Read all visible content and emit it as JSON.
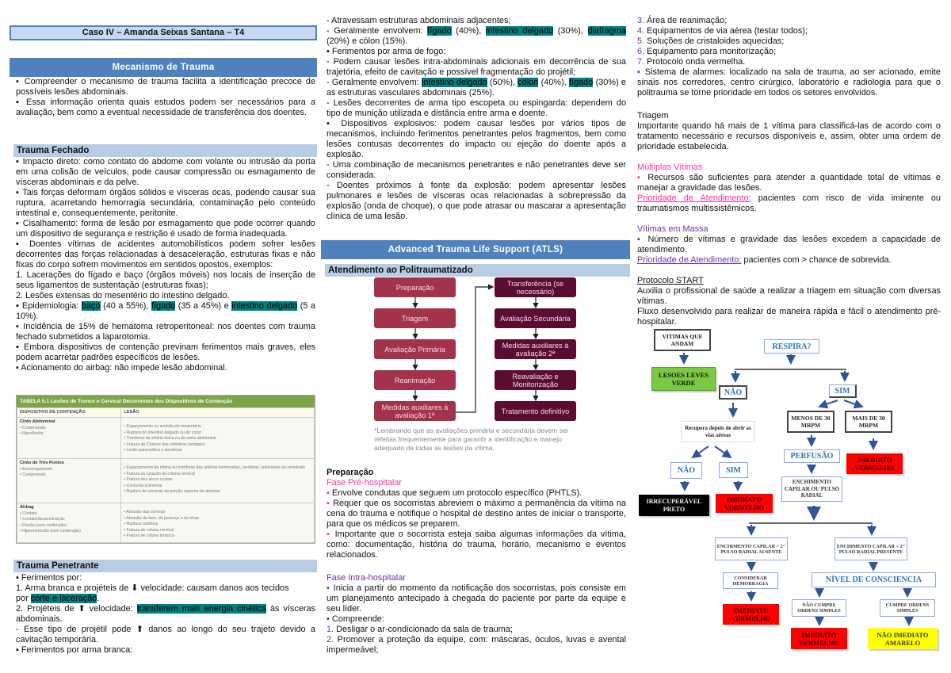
{
  "title": "Caso IV – Amanda Seixas Santana – T4",
  "mecanismo": {
    "header": "Mecanismo de Trauma",
    "paras": [
      "▪ Compreender o mecanismo de trauma facilita a identificação precoce de possíveis lesões abdominais.",
      "▪ Essa informação orienta quais estudos podem ser necessários para a avaliação, bem como a eventual necessidade de transferência dos doentes."
    ]
  },
  "fechado": {
    "header": "Trauma Fechado",
    "paras": [
      "▪ Impacto direto: como contato do abdome com volante ou intrusão da porta em uma colisão de veículos, pode causar compressão ou esmagamento de vísceras abdominais e da pelve.",
      "▪ Tais forças deformam órgãos sólidos e vísceras ocas, podendo causar sua ruptura, acarretando hemorragia secundária, contaminação pelo conteúdo intestinal e, consequentemente, peritonite.",
      "▪ Cisalhamento: forma de lesão por esmagamento que pode ocorrer quando um dispositivo de segurança e restrição é usado de forma inadequada.",
      "▪ Doentes vítimas de acidentes automobilísticos podem sofrer lesões decorrentes das forças relacionadas à desaceleração, estruturas fixas e não fixas do corpo sofrem movimentos em sentidos opostos, exemplos:",
      "1. Lacerações do fígado e baço (órgãos móveis) nos locais de inserção de seus ligamentos de sustentação (estruturas fixas);",
      "2. Lesões extensas do mesentério do intestino delgado.",
      [
        {
          "t": "▪ Epidemiologia: "
        },
        {
          "t": "baço",
          "s": "hl"
        },
        {
          "t": " (40 a 55%), "
        },
        {
          "t": "fígado",
          "s": "hl"
        },
        {
          "t": " (35 a 45%) e "
        },
        {
          "t": "intestino delgado",
          "s": "hl"
        },
        {
          "t": " (5 a 10%)."
        }
      ],
      "▪ Incidência de 15% de hematoma retroperitoneal: nos doentes com trauma fechado submetidos a laparotomia.",
      "▪ Embora dispositivos de contenção previnam ferimentos mais graves, eles podem acarretar padrões específicos de lesões.",
      "▪ Acionamento do airbag: não impede lesão abdominal."
    ]
  },
  "tabela": {
    "title": "TABELA 5.1 Lesões de Tronco e Cervical Decorrentes dos Dispositivos de Contenção",
    "col1": "DISPOSITIVO DE CONTENÇÃO",
    "col2": "LESÃO",
    "rows": [
      {
        "device": "Cinto Abdominal",
        "mech": [
          "Compressão",
          "Hiperflexão"
        ],
        "injuries": [
          "Esgarçamento ou avulsão do mesentério",
          "Ruptura do intestino delgado ou do cólon",
          "Trombose da artéria ilíaca ou da aorta abdominal",
          "Fratura de Chance das vértebras lombares",
          "Lesão pancreática e duodenal"
        ]
      },
      {
        "device": "Cinto de Três Pontos",
        "mech": [
          "Escorregamento",
          "Compressão"
        ],
        "injuries": [
          "Esgarçamento da íntima ou trombose das artérias inominadas, carótidas, subclávias ou vertebrais",
          "Fratura ou luxação da coluna cervical",
          "Fratura dos arcos costais",
          "Contusão pulmonar",
          "Ruptura de vísceras da porção superior do abdome"
        ]
      },
      {
        "device": "Airbag",
        "mech": [
          "Contato",
          "Contato/desaceleração",
          "Flexão (sem contenção)",
          "Hiperextensão (sem contenção)"
        ],
        "injuries": [
          "Abrasão das córneas",
          "Abrasão da face, do pescoço e do tórax",
          "Ruptura cardíaca",
          "Fratura de coluna cervical",
          "Fratura de coluna torácica"
        ]
      }
    ]
  },
  "penetrante": {
    "header": "Trauma Penetrante",
    "paras": [
      "▪ Ferimentos por:",
      "1. Arma branca e projéteis de ⬇ velocidade: causam danos aos tecidos",
      [
        {
          "t": "por "
        },
        {
          "t": "corte e laceração",
          "s": "hl"
        },
        {
          "t": "."
        }
      ],
      [
        {
          "t": "2. Projéteis de ⬆ velocidade: "
        },
        {
          "t": "transferem mais energia cinética",
          "s": "hl"
        },
        {
          "t": " às vísceras abdominais."
        }
      ],
      "- Esse tipo de projétil pode ⬆ danos ao longo do seu trajeto devido a cavitação temporária.",
      "▪ Ferimentos por arma branca:"
    ]
  },
  "col2": {
    "paras": [
      "- Atravessam estruturas abdominais adjacentes;",
      [
        {
          "t": "- Geralmente envolvem: "
        },
        {
          "t": "fígado",
          "s": "hl"
        },
        {
          "t": " (40%), "
        },
        {
          "t": "intestino delgado",
          "s": "hl"
        },
        {
          "t": " (30%), "
        },
        {
          "t": "diafragma",
          "s": "hl"
        },
        {
          "t": " (20%) e cólon (15%)."
        }
      ],
      "▪ Ferimentos por arma de fogo:",
      "- Podem causar lesões intra-abdominais adicionais em decorrência de sua trajetória, efeito de cavitação e possível fragmentação do projétil;",
      [
        {
          "t": "- Geralmente envolvem: "
        },
        {
          "t": "intestino delgado",
          "s": "hl"
        },
        {
          "t": " (50%), "
        },
        {
          "t": "cólon",
          "s": "hl"
        },
        {
          "t": " (40%), "
        },
        {
          "t": "fígado",
          "s": "hl"
        },
        {
          "t": " (30%) e as estruturas vasculares abdominais (25%)."
        }
      ],
      "- Lesões decorrentes de arma tipo escopeta ou espingarda: dependem do tipo de munição utilizada e distância entre arma e doente.",
      "▪ Dispositivos explosivos: podem causar lesões por vários tipos de mecanismos, incluindo ferimentos penetrantes pelos fragmentos, bem como lesões contusas decorrentes do impacto ou ejeção do doente após a explosão.",
      "- Uma combinação de mecanismos penetrantes e não penetrantes deve ser considerada.",
      "- Doentes próximos à fonte da explosão: podem apresentar lesões pulmonares e lesões de vísceras ocas relacionadas à sobrepressão da explosão (onda de choque), o que pode atrasar ou mascarar a apresentação clínica de uma lesão."
    ]
  },
  "atls": {
    "header": "Advanced Trauma Life Support (ATLS)",
    "sub": "Atendimento ao Politraumatizado",
    "left": [
      "Preparação",
      "Triagem",
      "Avaliação Primária",
      "Reanimação",
      "Medidas auxiliares à avaliação 1ª"
    ],
    "right": [
      "Transferência (se necessário)",
      "Avaliação Secundária",
      "Medidas auxiliares à avaliação 2ª",
      "Reavaliação e Monitorização",
      "Tratamento definitivo"
    ],
    "note": "*Lembrando que as avaliações primária e secundária devem ser refeitas frequentemente para garantir a identificação e manejo adequado de todas as lesões da vítima."
  },
  "prep": {
    "paras": [
      [
        {
          "t": "Preparação",
          "s": "bold"
        }
      ],
      [
        {
          "t": "Fase Pré-hospitalar",
          "s": "pink"
        }
      ],
      [
        {
          "t": "▪",
          "s": "pink"
        },
        {
          "t": " Envolve condutas que seguem um protocolo específico (PHTLS)."
        }
      ],
      [
        {
          "t": "▪",
          "s": "pink"
        },
        {
          "t": " Requer que os socorristas abreviem o máximo a permanência da vítima na cena do trauma e notifique o hospital de destino antes de iniciar o transporte, para que os médicos se preparem."
        }
      ],
      [
        {
          "t": "▪",
          "s": "pink"
        },
        {
          "t": " Importante que o socorrista esteja saiba algumas informações da vítima, como: documentação, história do trauma, horário, mecanismo e eventos relacionados."
        }
      ]
    ],
    "intra": [
      [
        {
          "t": "Fase Intra-hospitalar",
          "s": "purple"
        }
      ],
      [
        {
          "t": "▪",
          "s": "purple"
        },
        {
          "t": " Inicia a partir do momento da notificação dos socorristas, pois consiste em um planejamento antecipado à chegada do paciente por parte da equipe e seu líder."
        }
      ],
      [
        {
          "t": "▪",
          "s": "purple"
        },
        {
          "t": " Compreende:"
        }
      ],
      [
        {
          "t": "1.",
          "s": "purple"
        },
        {
          "t": " Desligar o ar-condicionado da sala de trauma;"
        }
      ],
      [
        {
          "t": "2.",
          "s": "purple"
        },
        {
          "t": " Promover a proteção da equipe, com: máscaras, óculos, luvas e avental impermeável;"
        }
      ]
    ]
  },
  "col3": {
    "list": [
      [
        {
          "t": "3.",
          "s": "purple"
        },
        {
          "t": " Área de reanimação;"
        }
      ],
      [
        {
          "t": "4.",
          "s": "purple"
        },
        {
          "t": " Equipamentos de via aérea (testar todos);"
        }
      ],
      [
        {
          "t": "5.",
          "s": "purple"
        },
        {
          "t": " Soluções de cristaloides aquecidas;"
        }
      ],
      [
        {
          "t": "6.",
          "s": "purple"
        },
        {
          "t": " Equipamento para monitorização;"
        }
      ],
      [
        {
          "t": "7.",
          "s": "purple"
        },
        {
          "t": " Protocolo onda vermelha."
        }
      ],
      [
        {
          "t": "▪",
          "s": "purple"
        },
        {
          "t": " Sistema de alarmes: localizado na sala de trauma, ao ser acionado, emite sinais nos corredores, centro cirúrgico, laboratório e radiologia para que o politrauma se torne prioridade em todos os setores envolvidos."
        }
      ]
    ],
    "triagem": [
      "Triagem",
      "Importante quando há mais de 1 vítima para classificá-las de acordo com o tratamento necessário e recursos disponíveis e, assim, obter uma ordem de prioridade estabelecida."
    ],
    "multiplas": [
      [
        {
          "t": "Múltiplas Vítimas",
          "s": "pink"
        }
      ],
      [
        {
          "t": "▪",
          "s": "pink"
        },
        {
          "t": " Recursos são suficientes para atender a quantidade total de vítimas e manejar a gravidade das lesões."
        }
      ],
      [
        {
          "t": "Prioridade de Atendimento:",
          "s": "ulpink"
        },
        {
          "t": " pacientes com risco de vida iminente ou traumatismos multissistêmicos."
        }
      ]
    ],
    "massa": [
      [
        {
          "t": "Vítimas em Massa",
          "s": "purple"
        }
      ],
      [
        {
          "t": "▪",
          "s": "purple"
        },
        {
          "t": " Número de vítimas e gravidade das lesões excedem a capacidade de atendimento."
        }
      ],
      [
        {
          "t": "Prioridade de Atendimento:",
          "s": "ulpurple"
        },
        {
          "t": " pacientes com > chance de sobrevida."
        }
      ]
    ],
    "start": [
      [
        {
          "t": "Protocolo START",
          "s": "ul"
        }
      ],
      "Auxilia o profissional de saúde a realizar a triagem em situação com diversas vítimas.",
      "Fluxo desenvolvido para realizar de maneira rápida e fácil o atendimento pré-hospitalar."
    ]
  },
  "startflow": {
    "andam": "VITIMAS QUE ANDAM",
    "verde": "LESOES LEVES VERDE",
    "respira": "RESPIRA?",
    "nao": "NÃO",
    "sim": "SIM",
    "recupera": "Recupera depois de abrir as vias aéreas",
    "nao2": "NÃO",
    "sim2": "SIM",
    "preto": "IRRECUPERÁVEL PRETO",
    "vermelho": "IMEDIATO VERMELHO",
    "menos30": "MENOS DE 30 MRPM",
    "mais30": "MAIS DE 30 MRPM",
    "perfusao": "PERFUSÃO",
    "enchimento": "ENCHIMENTO CAPILAR OU PULSO RADIAL",
    "ench_maior": "ENCHIMENTO CAPILAR > 2\" PULSO RADIAL AUSENTE",
    "ench_menor": "ENCHIMENTO CAPILAR < 2\" PULSO RADIAL PRESENTE",
    "hemorragia": "CONSIDERAR HEMORRAGIA",
    "consciencia": "NÍVEL DE CONSCIENCIA",
    "nao_cumpre": "NÃO CUMPRE ORDENS SIMPLES",
    "cumpre": "CUMPRE ORDENS SIMPLES",
    "amarelo": "NÃO IMEDIATO AMARELO",
    "colors": {
      "green": "#7ac943",
      "red": "#ff0000",
      "black": "#000000",
      "yellow": "#ffff00"
    }
  }
}
